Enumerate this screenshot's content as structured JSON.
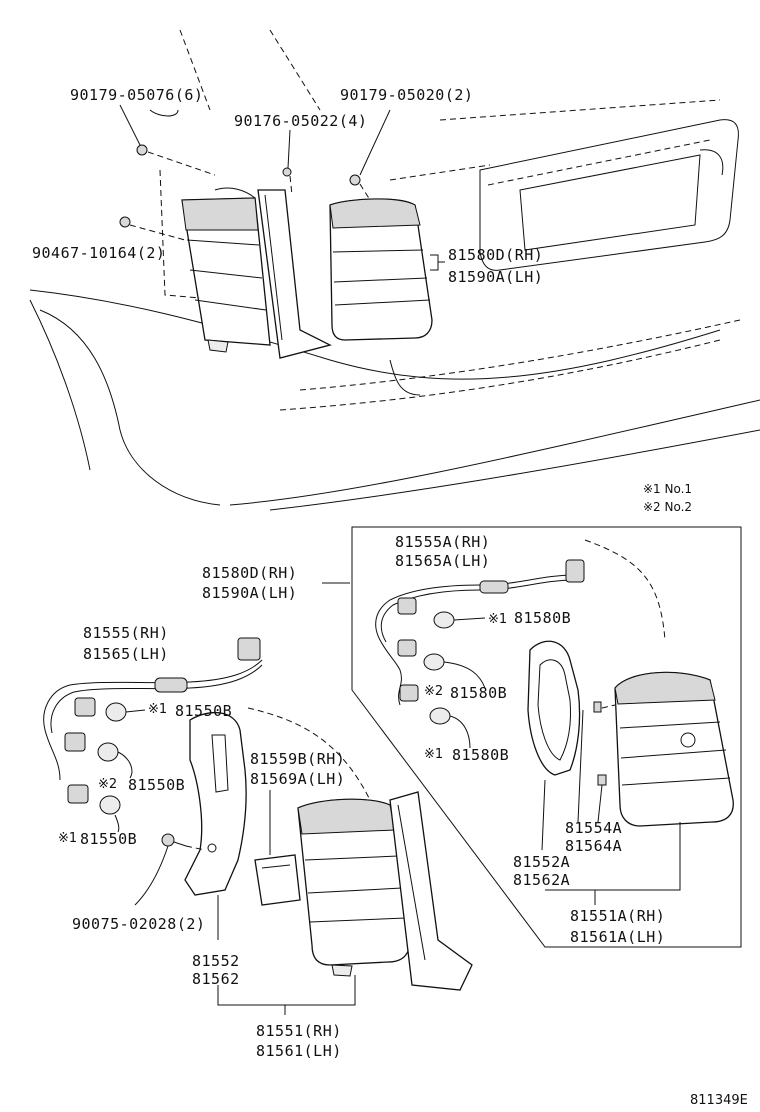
{
  "notes": {
    "note1": "※1 No.1",
    "note2": "※2 No.2"
  },
  "reference_code": "811349E",
  "labels": {
    "p_90179_05076": "90179-05076(6)",
    "p_90176_05022": "90176-05022(4)",
    "p_90179_05020": "90179-05020(2)",
    "p_90467_10164": "90467-10164(2)",
    "p_81580D_RH_top": "81580D(RH)",
    "p_81590A_LH_top": "81590A(LH)",
    "p_81580D_RH_mid": "81580D(RH)",
    "p_81590A_LH_mid": "81590A(LH)",
    "p_81555A_RH": "81555A(RH)",
    "p_81565A_LH": "81565A(LH)",
    "p_81580B_1": "81580B",
    "p_81580B_2": "81580B",
    "p_81580B_3": "81580B",
    "p_81555_RH": "81555(RH)",
    "p_81565_LH": "81565(LH)",
    "p_81550B_1": "81550B",
    "p_81550B_2": "81550B",
    "p_81550B_3": "81550B",
    "p_81559B_RH": "81559B(RH)",
    "p_81569A_LH": "81569A(LH)",
    "p_81554A": "81554A",
    "p_81564A": "81564A",
    "p_81552A": "81552A",
    "p_81562A": "81562A",
    "p_81551A_RH": "81551A(RH)",
    "p_81561A_LH": "81561A(LH)",
    "p_90075_02028": "90075-02028(2)",
    "p_81552": "81552",
    "p_81562": "81562",
    "p_81551_RH": "81551(RH)",
    "p_81561_LH": "81561(LH)"
  },
  "markers": {
    "m1": "※1",
    "m2": "※2"
  }
}
